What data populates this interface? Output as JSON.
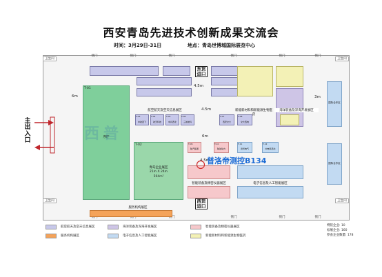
{
  "header": {
    "title": "西安青岛先进技术创新成果交流会",
    "time": "时间：3月29日-31日",
    "venue": "地点：青岛世博城国际展览中心"
  },
  "entrance": {
    "label": "主出入口"
  },
  "doors": {
    "wc_top_left": "卫生间",
    "wc_top_right": "卫生间",
    "wc_bottom_left": "卫生间",
    "wc_bottom_right": "卫生间",
    "gate": "侧门"
  },
  "aisles": {
    "east": "东货运口",
    "west": "西货运口",
    "w45a": "4.5m",
    "w45b": "4.5m",
    "w45c": "4.5m",
    "w6m": "6m",
    "w6mb": "6m",
    "w3m": "3m"
  },
  "zones": {
    "lobby": "序厅",
    "lobby_tag": "T-01",
    "qd_tag": "T-02",
    "qingdao": "青岛企业展区",
    "qingdao_size": "21m X 24m",
    "qingdao_area": "504m²",
    "aero": "航空航天及空天信息展区",
    "aero_tags": [
      "T-03",
      "T-04",
      "T-05",
      "T-06"
    ],
    "aero_booths": [
      "中航西飞",
      "航天科技",
      "中兵西北",
      "三航航科"
    ],
    "t07": "T-07",
    "t07_name": "西安交大",
    "t08": "T-08",
    "t08_name": "交大西电",
    "newmat": "新能新材料和新能源生物医药",
    "marine": "海洋装备及深海开发展区",
    "right_blue_top": "国际合作区",
    "right_blue_bottom": "国际合作区",
    "smart_booths_tags": [
      "T-09",
      "T-10",
      "T-11",
      "T-12"
    ],
    "smart_booths": [
      "陕汽集团",
      "陕鼓动力",
      "德普电气",
      "中电科西北"
    ],
    "smart": "智能装备及精密仪器展区",
    "electronic": "电子信息及人工智能展区",
    "service": "服务机构展区"
  },
  "overlay": {
    "text": "普洛帝测控B134",
    "watermark": "西普"
  },
  "legend": {
    "items": [
      {
        "label": "航空航天及空天信息展区",
        "color": "#c7c8ea"
      },
      {
        "label": "海洋装备及深海开发展区",
        "color": "#cec5e6"
      },
      {
        "label": "智能装备及精密仪器展区",
        "color": "#f6c8cb"
      },
      {
        "label": "服务机构展区",
        "color": "#f4a35a"
      },
      {
        "label": "电子信息及人工智能展区",
        "color": "#c2daf2"
      },
      {
        "label": "新能新材料和新能源生物医药",
        "color": "#f3f1b6"
      }
    ]
  },
  "stats": {
    "special": "特装企业: 10",
    "standard": "标展企业: 160",
    "total": "参会企业数量: 178"
  }
}
